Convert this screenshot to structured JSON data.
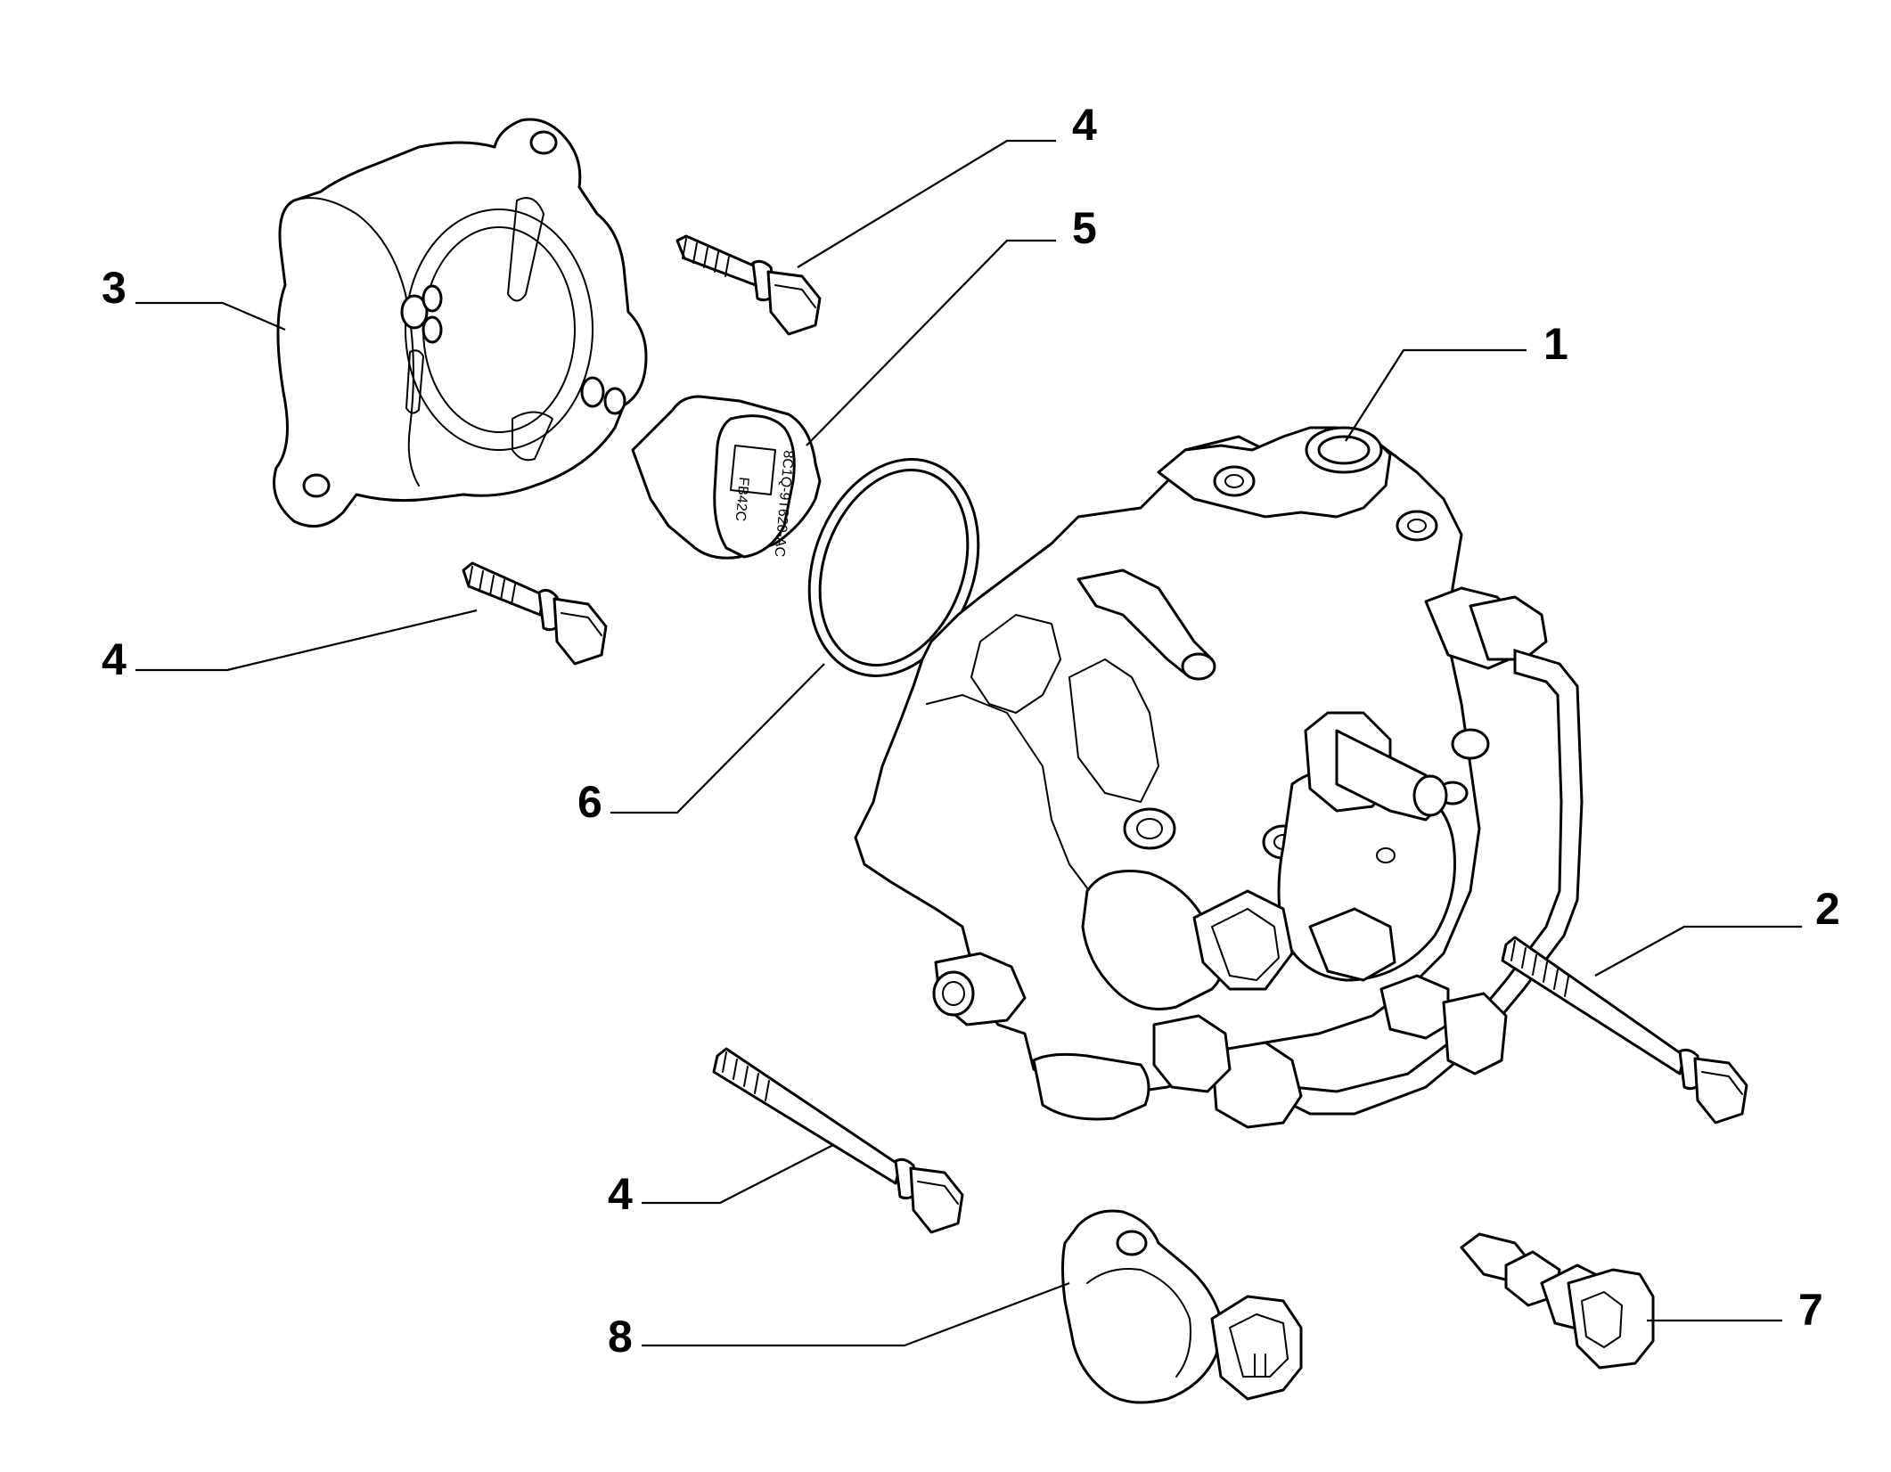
{
  "diagram": {
    "type": "exploded-parts-diagram",
    "callouts": [
      {
        "id": "c1",
        "label": "1"
      },
      {
        "id": "c2",
        "label": "2"
      },
      {
        "id": "c3",
        "label": "3"
      },
      {
        "id": "c4a",
        "label": "4"
      },
      {
        "id": "c4b",
        "label": "4"
      },
      {
        "id": "c4c",
        "label": "4"
      },
      {
        "id": "c5",
        "label": "5"
      },
      {
        "id": "c6",
        "label": "6"
      },
      {
        "id": "c7",
        "label": "7"
      },
      {
        "id": "c8",
        "label": "8"
      }
    ],
    "coupling_markings": {
      "line1": "8C1Q-9T620-AC",
      "line2": "FB42C"
    }
  }
}
